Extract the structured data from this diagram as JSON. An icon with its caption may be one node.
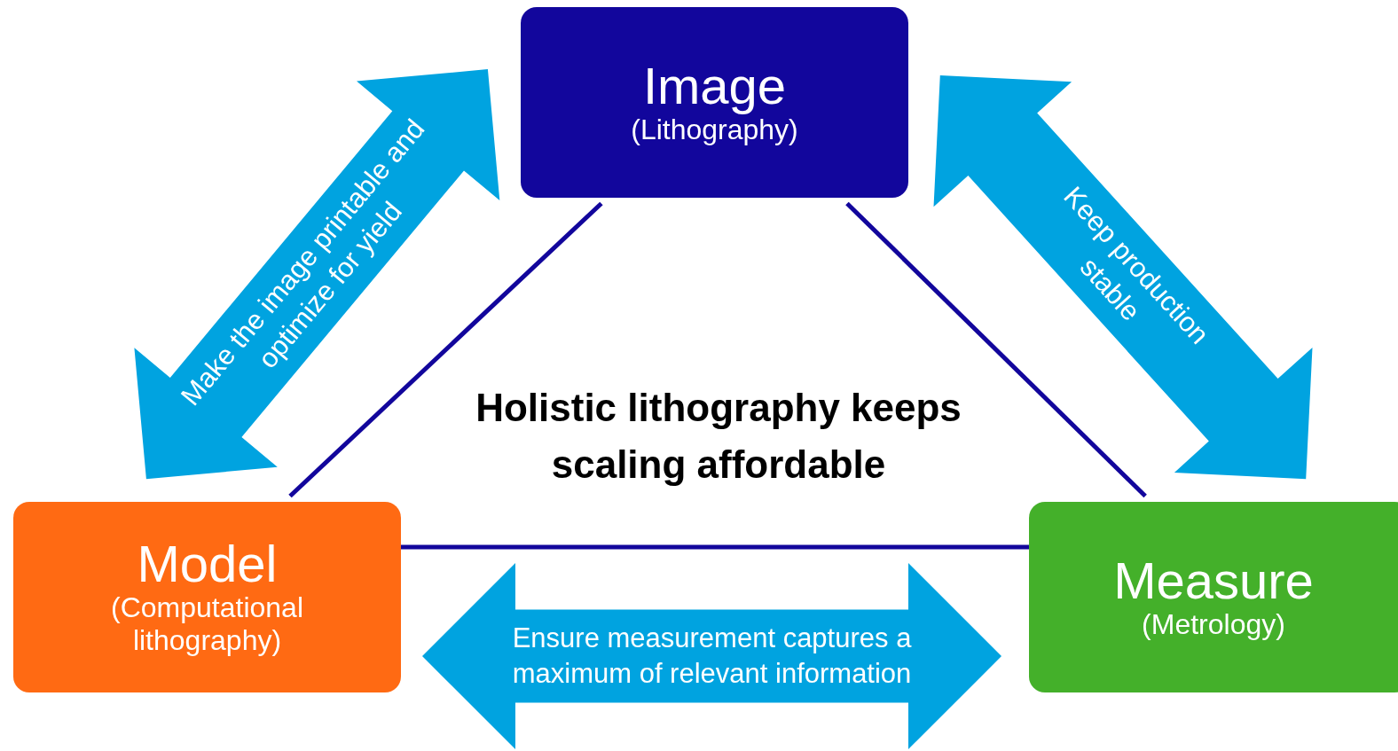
{
  "diagram": {
    "nodes": [
      {
        "text": [
          "Image",
          "(Lithography)"
        ]
      },
      {
        "text": [
          "Model",
          "(Computational lithography)"
        ]
      },
      {
        "text": [
          "Measure",
          "(Metrology)"
        ]
      }
    ],
    "edges": [
      {
        "from": 0,
        "to": 1,
        "arrow": "none"
      },
      {
        "from": 0,
        "to": 2,
        "arrow": "none"
      },
      {
        "from": 1,
        "to": 2,
        "arrow": "none"
      },
      {
        "from": 1,
        "to": 0,
        "arrow": "both",
        "label": "Make the image printable and optimize for yield",
        "style": "thick",
        "color": "#00a3e0"
      },
      {
        "from": 0,
        "to": 2,
        "arrow": "both",
        "label": "Keep production stable",
        "style": "thick",
        "color": "#00a3e0"
      },
      {
        "from": 1,
        "to": 2,
        "arrow": "both",
        "label": "Ensure measurement captures a maximum of relevant information",
        "style": "thick",
        "color": "#00a3e0"
      }
    ],
    "labels": [
      "Holistic lithography keeps scaling affordable"
    ]
  }
}
